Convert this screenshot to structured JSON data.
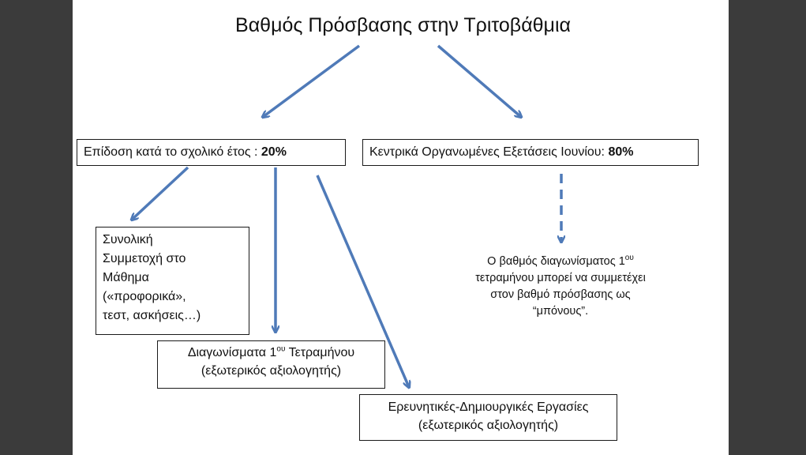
{
  "title": "Βαθμός Πρόσβασης στην Τριτοβάθμια",
  "nodes": {
    "school_year": {
      "label": "Επίδοση κατά το σχολικό έτος : ",
      "percent": "20%"
    },
    "central_exams": {
      "label": "Κεντρικά Οργανωμένες Εξετάσεις Ιουνίου: ",
      "percent": "80%"
    },
    "participation": {
      "line1": "Συνολική",
      "line2": "Συμμετοχή στο",
      "line3": "Μάθημα",
      "line4": "(«προφορικά»,",
      "line5": "τεστ, ασκήσεις…)"
    },
    "tests": {
      "line1_pre": "Διαγωνίσματα 1",
      "line1_sup": "ου",
      "line1_post": " Τετραμήνου",
      "line2": "(εξωτερικός αξιολογητής)"
    },
    "projects": {
      "line1": "Ερευνητικές-Δημιουργικές Εργασίες",
      "line2": "(εξωτερικός αξιολογητής)"
    }
  },
  "note": {
    "line1_pre": "Ο βαθμός διαγωνίσματος 1",
    "line1_sup": "ου",
    "line2": "τετραμήνου μπορεί να συμμετέχει",
    "line3": "στον βαθμό πρόσβασης ως",
    "line4": "“μπόνους”."
  },
  "colors": {
    "arrow": "#4f7ab8",
    "border": "#1a1a1a",
    "frame": "#3b3b3b"
  }
}
